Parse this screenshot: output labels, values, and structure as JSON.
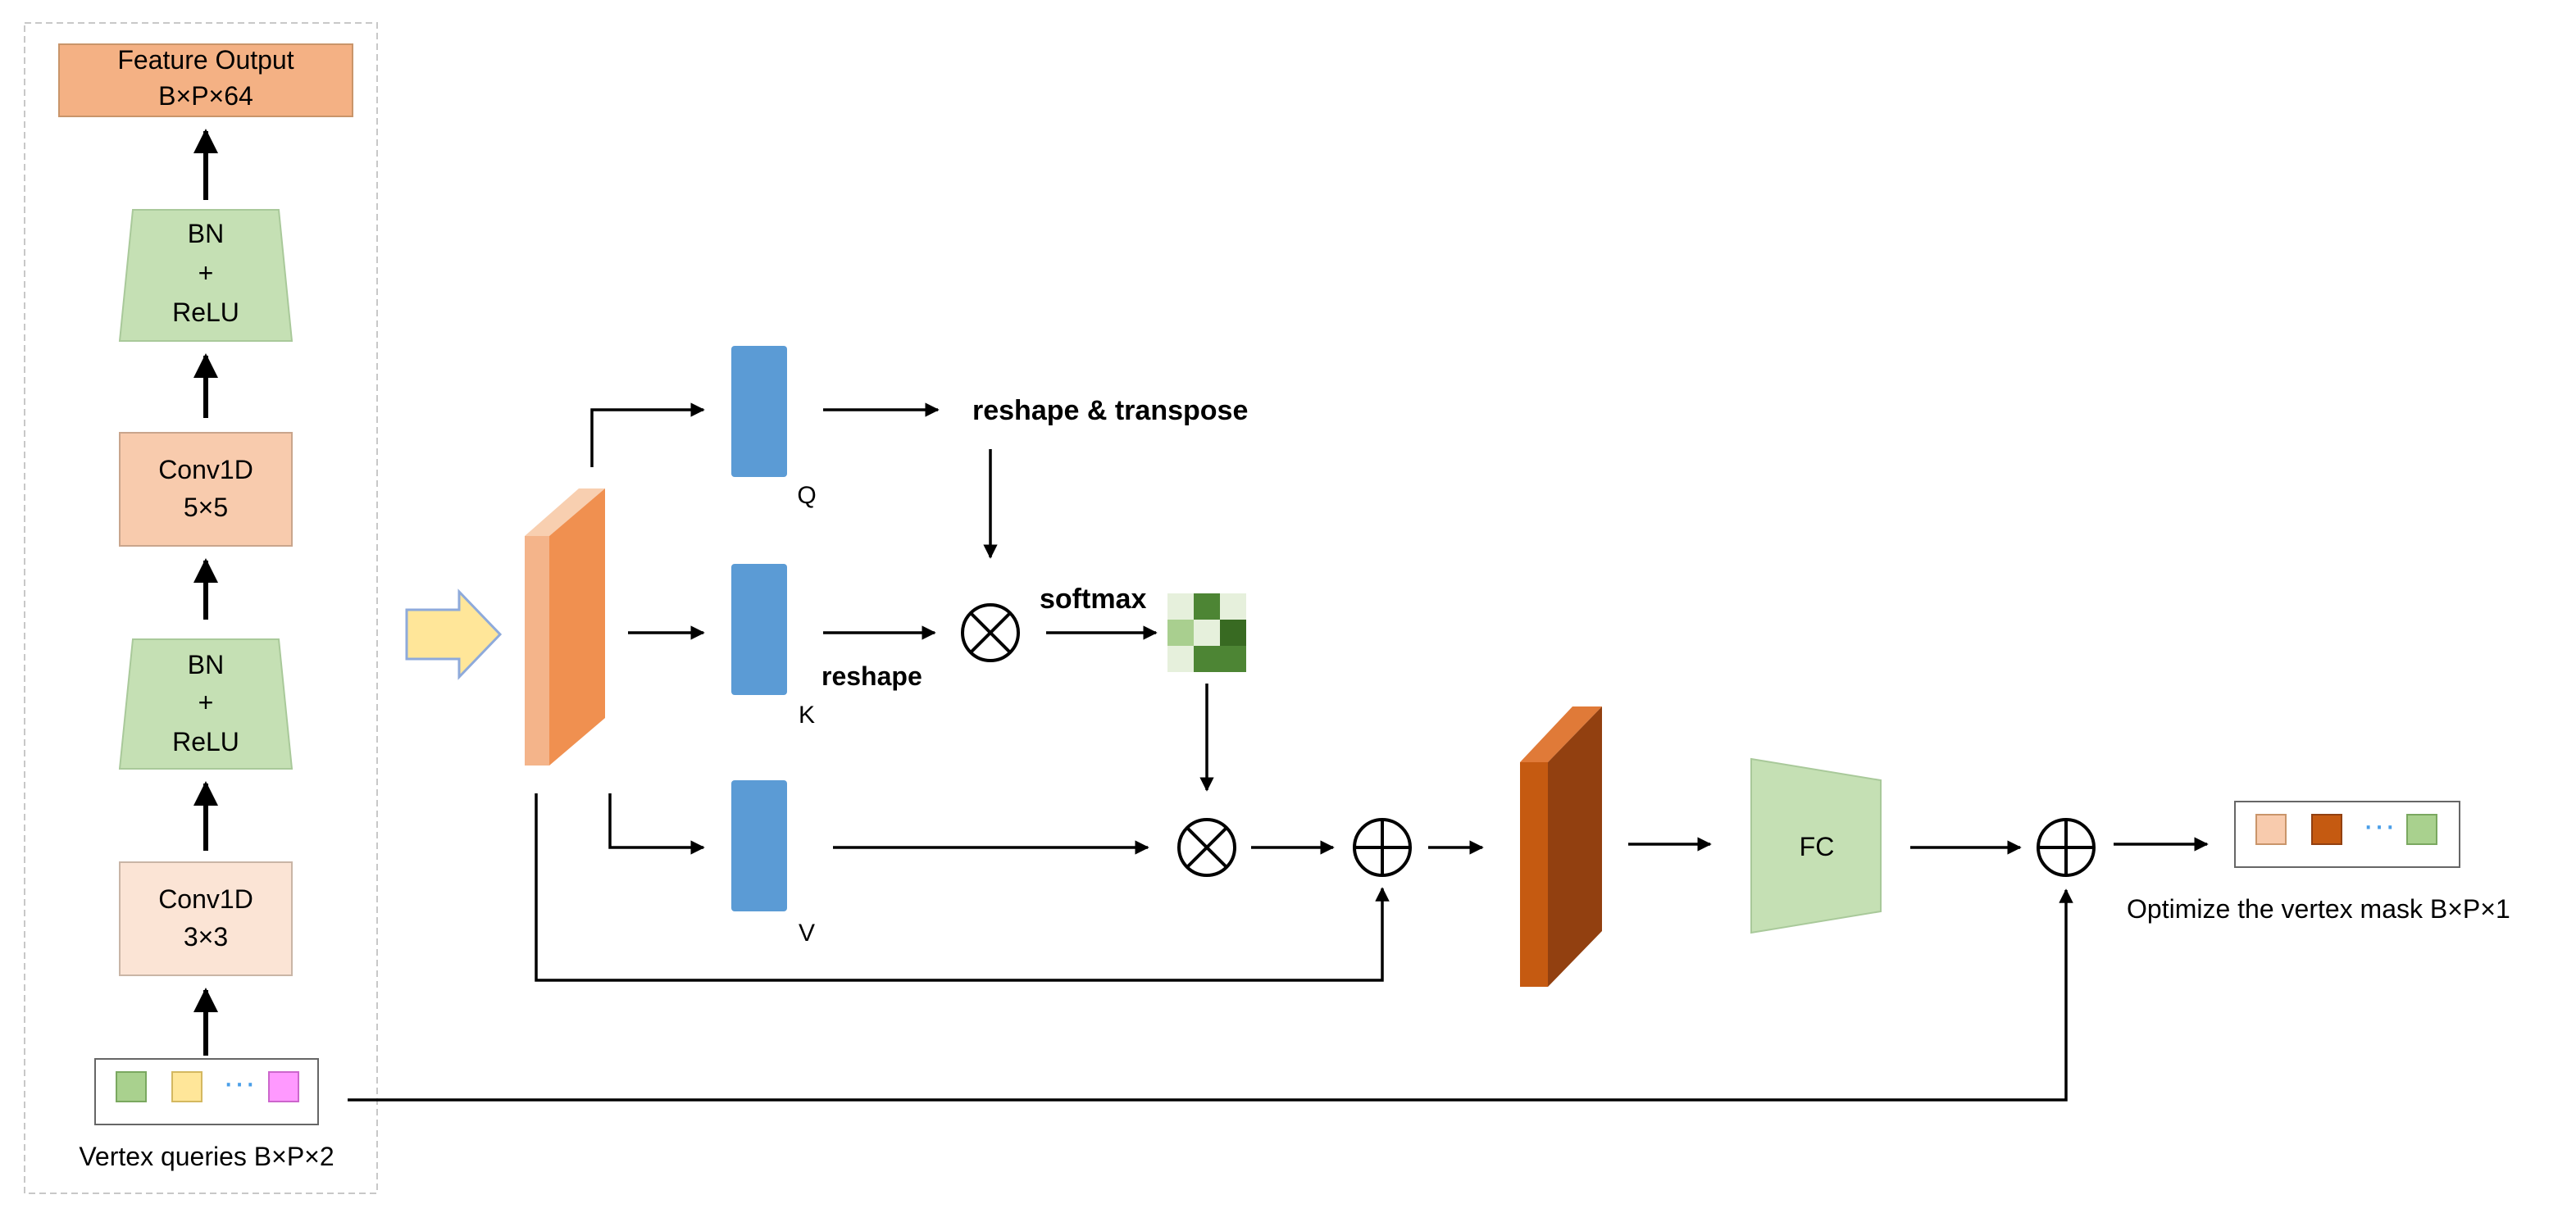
{
  "encoder": {
    "feature_output": {
      "line1": "Feature Output",
      "line2": "B×P×64"
    },
    "bn_relu_top": {
      "line1": "BN",
      "line2": "+",
      "line3": "ReLU"
    },
    "conv5": {
      "line1": "Conv1D",
      "line2": "5×5"
    },
    "bn_relu_bottom": {
      "line1": "BN",
      "line2": "+",
      "line3": "ReLU"
    },
    "conv3": {
      "line1": "Conv1D",
      "line2": "3×3"
    },
    "vertex_queries_label": "Vertex queries B×P×2",
    "query_dots": "···"
  },
  "attention": {
    "q_label": "Q",
    "k_label": "K",
    "v_label": "V",
    "reshape_transpose": "reshape & transpose",
    "reshape": "reshape",
    "softmax": "softmax",
    "attention_matrix": [
      [
        "#e6f0dc",
        "#4d8534",
        "#e6f0dc"
      ],
      [
        "#a9cf8f",
        "#e6f0dc",
        "#386a22"
      ],
      [
        "#e6f0dc",
        "#4d8534",
        "#4d8534"
      ]
    ]
  },
  "head": {
    "fc_label": "FC",
    "output_label": "Optimize the vertex mask B×P×1",
    "output_dots": "···"
  },
  "colors": {
    "salmon": "#f4b184",
    "peach": "#f8cbad",
    "light_peach": "#fbe4d5",
    "green": "#c5e0b4",
    "blue": "#5b9bd5",
    "orange_front": "#f09050",
    "orange_side": "#f4b48a",
    "orange_top": "#f8cfb0",
    "brown_front": "#c55a11",
    "brown_side": "#924010",
    "brown_top": "#e07a38",
    "yellow": "#ffe699",
    "pink": "#ff99ff",
    "dots": "#4a9ee8"
  }
}
